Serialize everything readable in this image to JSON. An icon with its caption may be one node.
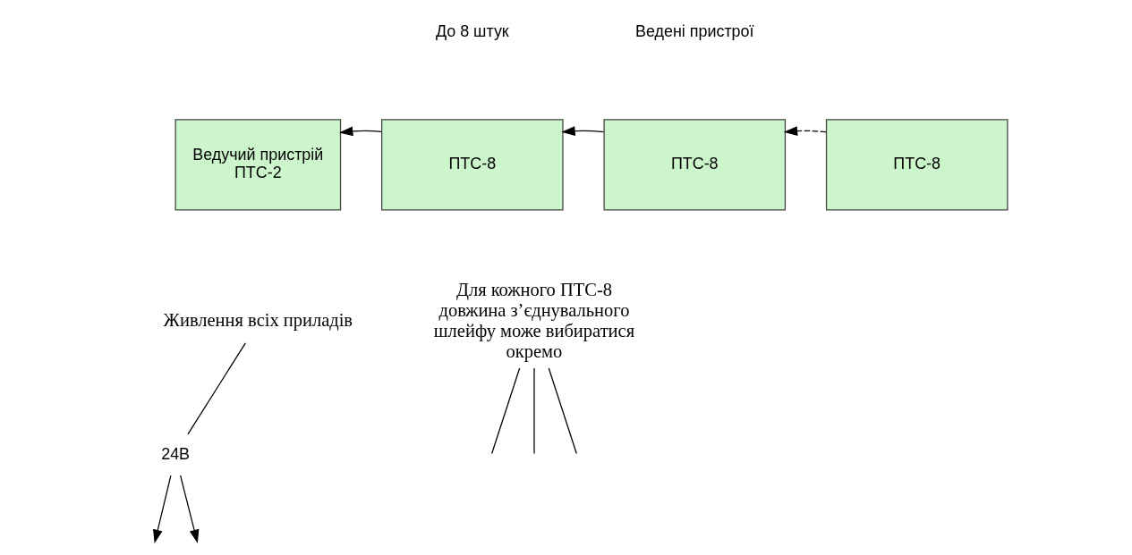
{
  "diagram": {
    "nodes": [
      {
        "text": [
          "Ведучий пристрій",
          "ПТС-2"
        ]
      },
      {
        "text": [
          "ПТС-8"
        ]
      },
      {
        "text": [
          "ПТС-8"
        ]
      },
      {
        "text": [
          "ПТС-8"
        ]
      },
      {
        "text": [
          "24В"
        ]
      },
      {
        "text": [
          "Живлення всіх приладів"
        ]
      },
      {
        "text": [
          "Для кожного ПТС-8 довжина з’єднувального шлейфу може вибиратися окремо"
        ]
      }
    ],
    "edges": [
      {
        "from": 1,
        "to": 0,
        "arrow": "to"
      },
      {
        "from": 2,
        "to": 1,
        "arrow": "to"
      },
      {
        "from": 3,
        "to": 2,
        "arrow": "to",
        "style": "dashed"
      },
      {
        "from": 4,
        "to": null,
        "arrow": "to"
      },
      {
        "from": 4,
        "to": null,
        "arrow": "to"
      },
      {
        "from": 5,
        "to": 4,
        "arrow": "none"
      },
      {
        "from": 6,
        "to": null,
        "arrow": "none"
      },
      {
        "from": 6,
        "to": null,
        "arrow": "none"
      },
      {
        "from": 6,
        "to": null,
        "arrow": "none"
      }
    ],
    "labels": [
      "До 8 штук",
      "Ведені пристрої"
    ]
  }
}
